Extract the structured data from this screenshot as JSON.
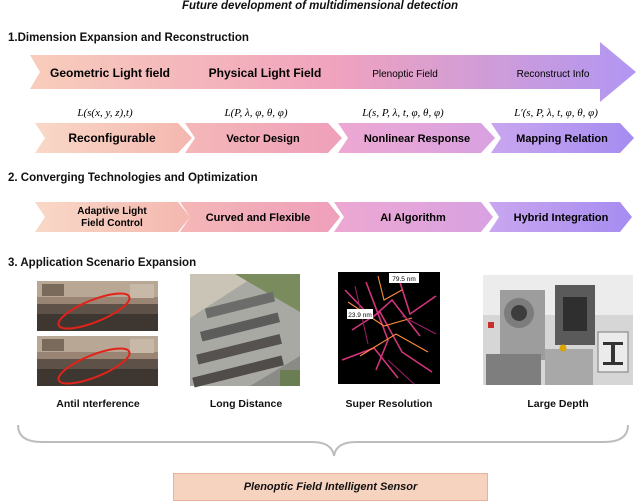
{
  "title": "Future development of multidimensional detection",
  "sections": [
    {
      "heading": "1.Dimension Expansion and Reconstruction"
    },
    {
      "heading": "2. Converging Technologies and Optimization"
    },
    {
      "heading": "3.  Application Scenario Expansion"
    }
  ],
  "stages": [
    "Geometric Light field",
    "Physical Light Field",
    "Plenoptic Field",
    "Reconstruct Info"
  ],
  "formulas": [
    "L(s(x, y, z),t)",
    "L(P, λ, φ, θ, φ)",
    "L(s, P, λ, t, φ, θ, φ)",
    "L′(s, P, λ, t, φ, θ, φ)"
  ],
  "properties": [
    "Reconfigurable",
    "Vector Design",
    "Nonlinear Response",
    "Mapping Relation"
  ],
  "technologies": [
    [
      "Adaptive Light",
      "Field Control"
    ],
    [
      "Curved and Flexible"
    ],
    [
      "AI Algorithm"
    ],
    [
      "Hybrid Integration"
    ]
  ],
  "applications": [
    "Antil nterference",
    "Long Distance",
    "Super Resolution",
    "Large Depth"
  ],
  "measurements": [
    "79.5 nm",
    "23.9 nm"
  ],
  "final_box": "Plenoptic Field Intelligent Sensor",
  "colors": {
    "gradient_start": "#f8cdbb",
    "gradient_mid": "#f0a3bd",
    "gradient_end": "#b196f2",
    "final_box": "#f6d3bf"
  }
}
